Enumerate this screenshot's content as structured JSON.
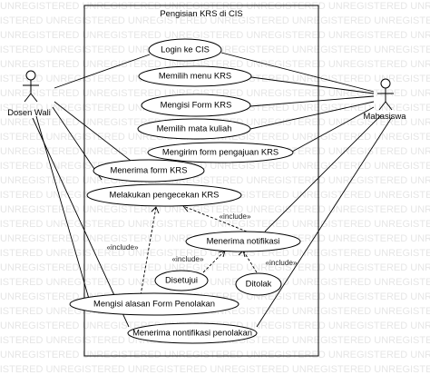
{
  "system": {
    "title": "Pengisian KRS di CIS"
  },
  "watermark": {
    "text": "UNREGISTERED"
  },
  "actors": {
    "dosen": {
      "name": "Dosen Wali"
    },
    "mahasiswa": {
      "name": "Mahasiswa"
    }
  },
  "use_cases": {
    "login": "Login ke CIS",
    "memilih_menu": "Memilih menu KRS",
    "mengisi_form": "Mengisi Form KRS",
    "memilih_matkul": "Memilih mata kuliah",
    "mengirim_form": "Mengirim form pengajuan KRS",
    "menerima_form": "Menerima form KRS",
    "pengecekan": "Melakukan pengecekan KRS",
    "notifikasi": "Menerima notifikasi",
    "disetujui": "Disetujui",
    "ditolak": "Ditolak",
    "alasan": "Mengisi alasan Form Penolakan",
    "notif_penolakan": "Menerima nontifikasi penolakan"
  },
  "stereotypes": {
    "include_1": "«include»",
    "include_2": "«include»",
    "include_3": "«include»",
    "include_4": "«include»"
  }
}
